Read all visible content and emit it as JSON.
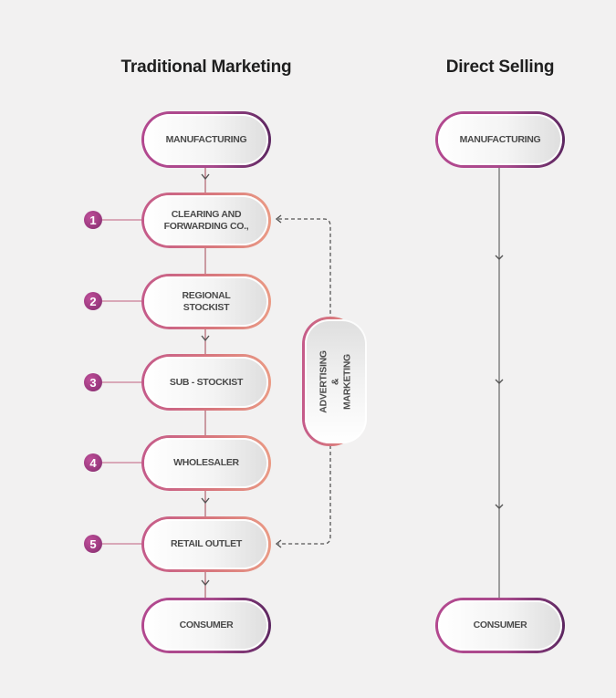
{
  "traditional": {
    "title": "Traditional Marketing",
    "nodes": [
      {
        "label": "MANUFACTURING",
        "step": null
      },
      {
        "label": "CLEARING AND\nFORWARDING CO.,",
        "step": "1"
      },
      {
        "label": "REGIONAL\nSTOCKIST",
        "step": "2"
      },
      {
        "label": "SUB - STOCKIST",
        "step": "3"
      },
      {
        "label": "WHOLESALER",
        "step": "4"
      },
      {
        "label": "RETAIL OUTLET",
        "step": "5"
      },
      {
        "label": "CONSUMER",
        "step": null
      }
    ],
    "side_node": {
      "label": "ADVERTISING\n& MARKETING"
    }
  },
  "direct": {
    "title": "Direct Selling",
    "nodes": [
      {
        "label": "MANUFACTURING"
      },
      {
        "label": "CONSUMER"
      }
    ]
  },
  "colors": {
    "background": "#f2f1f1",
    "accent_purple": "#a84a8c",
    "accent_salmon": "#e0877f",
    "badge": "#9c3a80",
    "line": "#666666"
  }
}
